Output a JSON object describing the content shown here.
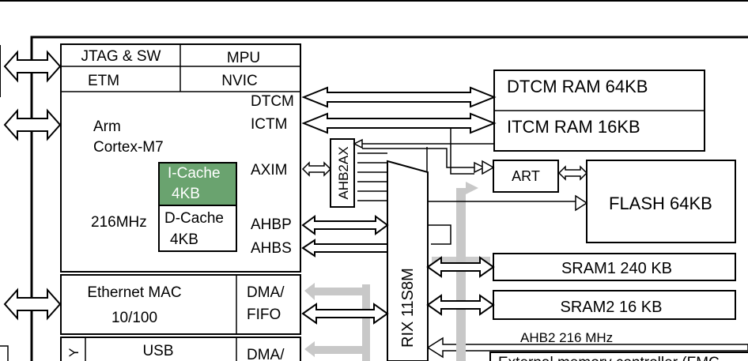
{
  "core": {
    "jtag": "JTAG & SW",
    "mpu": "MPU",
    "etm": "ETM",
    "nvic": "NVIC",
    "name_line1": "Arm",
    "name_line2": "Cortex-M7",
    "freq": "216MHz",
    "icache_line1": "I-Cache",
    "icache_line2": "4KB",
    "dcache_line1": "D-Cache",
    "dcache_line2": "4KB",
    "ports": {
      "dtcm": "DTCM",
      "ictm": "ICTM",
      "axim": "AXIM",
      "ahbp": "AHBP",
      "ahbs": "AHBS"
    }
  },
  "bridge": "AHB2AX",
  "matrix": "RIX 11S8M",
  "memories": {
    "dtcm_ram": "DTCM RAM 64KB",
    "itcm_ram": "ITCM RAM 16KB",
    "art": "ART",
    "flash": "FLASH 64KB",
    "sram1": "SRAM1 240 KB",
    "sram2": "SRAM2 16 KB",
    "ahb2": "AHB2 216 MHz",
    "fmc": "External memory controller (FMC"
  },
  "peripherals": {
    "ethernet_line1": "Ethernet MAC",
    "ethernet_line2": "10/100",
    "dma_fifo_line1": "DMA/",
    "dma_fifo_line2": "FIFO",
    "usb": "USB",
    "dma2": "DMA/",
    "usb_side": "Y"
  },
  "colors": {
    "icache_fill": "#6aa36f",
    "stroke": "#000000",
    "gray_arrow": "#c8c8c8"
  }
}
